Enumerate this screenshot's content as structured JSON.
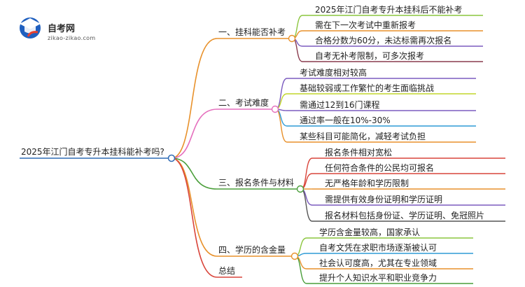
{
  "brand": {
    "title": "自考网",
    "subtitle": "zikao-zikao.com",
    "accent": "#1f5fbf"
  },
  "root": {
    "label": "2025年江门自考专升本挂科能补考吗?"
  },
  "branches": [
    {
      "label": "一、挂科能否补考",
      "color": "#e8912b",
      "children": [
        {
          "label": "2025年江门自考专升本挂科后不能补考",
          "color": "#8cc63f"
        },
        {
          "label": "需在下一次考试中重新报考",
          "color": "#e8912b"
        },
        {
          "label": "合格分数为60分，未达标需再次报名",
          "color": "#7b5bbf"
        },
        {
          "label": "自考无补考限制，可多次报考",
          "color": "#8a3b4e"
        }
      ]
    },
    {
      "label": "二、考试难度",
      "color": "#e56fbd",
      "children": [
        {
          "label": "考试难度相对较高",
          "color": "#7b5bbf"
        },
        {
          "label": "基础较弱或工作繁忙的考生面临挑战",
          "color": "#c2d62b"
        },
        {
          "label": "需通过12到16门课程",
          "color": "#7b5bbf"
        },
        {
          "label": "通过率一般在10%-30%",
          "color": "#2f9bd6"
        },
        {
          "label": "某些科目可能简化，减轻考试负担",
          "color": "#e8912b"
        }
      ]
    },
    {
      "label": "三、报名条件与材料",
      "color": "#4a9e3a",
      "children": [
        {
          "label": "报名条件相对宽松",
          "color": "#d9453b"
        },
        {
          "label": "任何符合条件的公民均可报名",
          "color": "#d9453b"
        },
        {
          "label": "无严格年龄和学历限制",
          "color": "#e8912b"
        },
        {
          "label": "需提供有效身份证明和学历证明",
          "color": "#7b5bbf"
        },
        {
          "label": "报名材料包括身份证、学历证明、免冠照片",
          "color": "#555555"
        }
      ]
    },
    {
      "label": "四、学历的含金量",
      "color": "#e8912b",
      "children": [
        {
          "label": "学历含金量较高，国家承认",
          "color": "#8cc63f"
        },
        {
          "label": "自考文凭在求职市场逐渐被认可",
          "color": "#2f9bd6"
        },
        {
          "label": "社会认可度高，尤其在专业领域",
          "color": "#e8912b"
        },
        {
          "label": "提升个人知识水平和职业竞争力",
          "color": "#4a9e3a"
        }
      ]
    },
    {
      "label": "总结",
      "color": "#d9453b",
      "children": []
    }
  ],
  "colors": {
    "root_line": "#2f6bb5",
    "node_fill": "#ffffff",
    "text": "#222222"
  }
}
